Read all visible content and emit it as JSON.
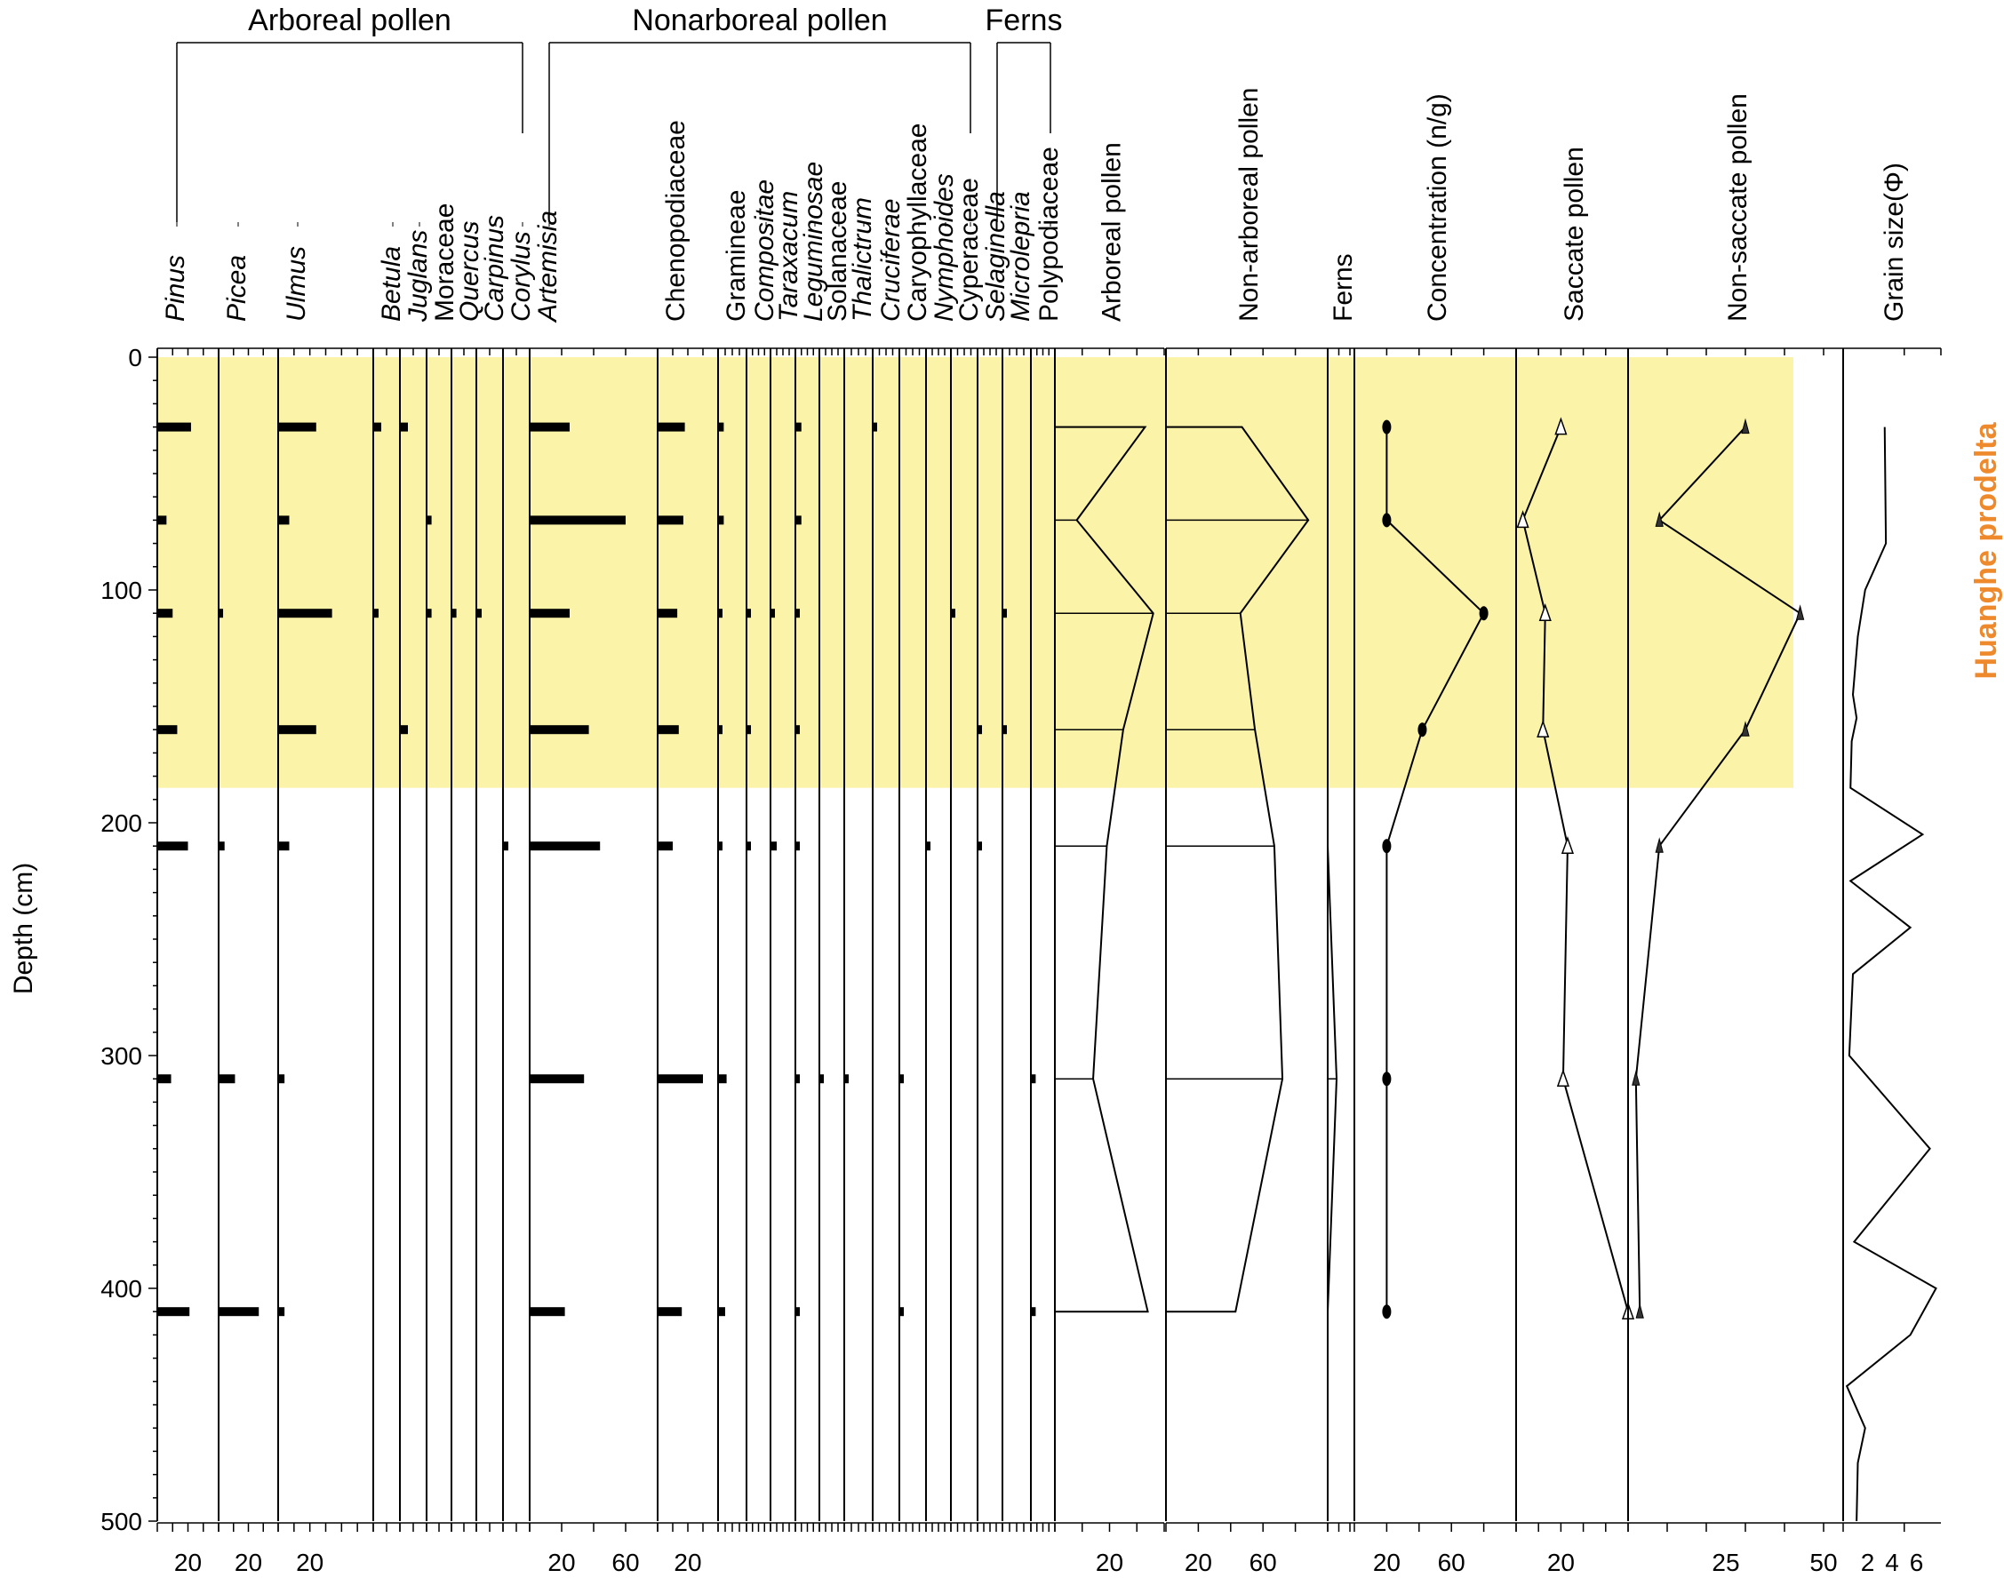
{
  "chart_data": {
    "type": "pollen-diagram",
    "title": "",
    "ylabel": "Depth (cm)",
    "y_ticks": [
      "0",
      "100",
      "200",
      "300",
      "400",
      "500"
    ],
    "ylim": [
      0,
      500
    ],
    "zone": {
      "label": "Huanghe prodelta",
      "from_depth": 0,
      "to_depth": 185,
      "color": "#fbf3a8"
    },
    "groups": [
      {
        "label": "Arboreal pollen",
        "from": "Pinus",
        "to": "Corylus"
      },
      {
        "label": "Nonarboreal pollen",
        "from": "Artemisia",
        "to": "Cyperaceae"
      },
      {
        "label": "Ferns",
        "from": "Selaginella",
        "to": "Polypodiaceae"
      }
    ],
    "sample_depths": [
      30,
      70,
      110,
      160,
      210,
      310,
      410
    ],
    "taxa": [
      {
        "name": "Pinus",
        "italic": true,
        "max": 40,
        "tick_label": "20",
        "values": [
          22,
          6,
          10,
          13,
          20,
          9,
          21
        ]
      },
      {
        "name": "Picea",
        "italic": true,
        "max": 40,
        "tick_label": "20",
        "values": [
          0,
          0,
          3,
          0,
          4,
          11,
          27
        ]
      },
      {
        "name": "Ulmus",
        "italic": true,
        "max": 60,
        "tick_label": "20",
        "values": [
          24,
          7,
          34,
          24,
          7,
          4,
          4
        ]
      },
      {
        "name": "Betula",
        "italic": true,
        "max": 10,
        "tick_label": "",
        "values": [
          3,
          0,
          2,
          0,
          0,
          0,
          0
        ]
      },
      {
        "name": "Juglans",
        "italic": true,
        "max": 10,
        "tick_label": "",
        "values": [
          3,
          0,
          0,
          3,
          0,
          0,
          0
        ]
      },
      {
        "name": "Moraceae",
        "italic": false,
        "max": 10,
        "tick_label": "",
        "values": [
          0,
          2,
          2,
          0,
          0,
          0,
          0
        ]
      },
      {
        "name": "Quercus",
        "italic": true,
        "max": 10,
        "tick_label": "",
        "values": [
          0,
          0,
          2,
          0,
          0,
          0,
          0
        ]
      },
      {
        "name": "Carpinus",
        "italic": true,
        "max": 10,
        "tick_label": "",
        "values": [
          0,
          0,
          2,
          0,
          0,
          0,
          0
        ]
      },
      {
        "name": "Corylus",
        "italic": true,
        "max": 10,
        "tick_label": "",
        "values": [
          0,
          0,
          0,
          0,
          2,
          0,
          0
        ]
      },
      {
        "name": "Artemisia",
        "italic": true,
        "max": 80,
        "tick_label": "20 60",
        "values": [
          25,
          60,
          25,
          37,
          44,
          34,
          22
        ]
      },
      {
        "name": "Chenopodiaceae",
        "italic": false,
        "max": 40,
        "tick_label": "20",
        "values": [
          18,
          17,
          13,
          14,
          10,
          30,
          16
        ]
      },
      {
        "name": "Gramineae",
        "italic": false,
        "max": 20,
        "tick_label": "",
        "values": [
          4,
          4,
          2,
          2,
          2,
          6,
          5
        ]
      },
      {
        "name": "Compositae",
        "italic": true,
        "max": 20,
        "tick_label": "",
        "values": [
          0,
          0,
          2,
          2,
          2,
          0,
          0
        ]
      },
      {
        "name": "Taraxacum",
        "italic": true,
        "max": 20,
        "tick_label": "",
        "values": [
          0,
          0,
          2,
          0,
          5,
          0,
          0
        ]
      },
      {
        "name": "Leguminosae",
        "italic": true,
        "max": 20,
        "tick_label": "",
        "values": [
          5,
          5,
          2,
          2,
          2,
          3,
          2
        ]
      },
      {
        "name": "Solanaceae",
        "italic": false,
        "max": 20,
        "tick_label": "",
        "values": [
          0,
          0,
          0,
          0,
          0,
          3,
          0
        ]
      },
      {
        "name": "Thalictrum",
        "italic": true,
        "max": 20,
        "tick_label": "",
        "values": [
          0,
          0,
          0,
          0,
          0,
          3,
          0
        ]
      },
      {
        "name": "Cruciferae",
        "italic": true,
        "max": 20,
        "tick_label": "",
        "values": [
          3,
          0,
          0,
          0,
          0,
          0,
          0
        ]
      },
      {
        "name": "Caryophyllaceae",
        "italic": false,
        "max": 20,
        "tick_label": "",
        "values": [
          0,
          0,
          0,
          0,
          0,
          2,
          2
        ]
      },
      {
        "name": "Nymphoides",
        "italic": true,
        "max": 20,
        "tick_label": "",
        "values": [
          0,
          0,
          0,
          0,
          2,
          0,
          0
        ]
      },
      {
        "name": "Cyperaceae",
        "italic": false,
        "max": 20,
        "tick_label": "",
        "values": [
          0,
          0,
          2,
          0,
          0,
          0,
          0
        ]
      },
      {
        "name": "Selaginella",
        "italic": true,
        "max": 20,
        "tick_label": "",
        "values": [
          0,
          0,
          0,
          3,
          3,
          0,
          0
        ]
      },
      {
        "name": "Microlepria",
        "italic": true,
        "max": 20,
        "tick_label": "",
        "values": [
          0,
          0,
          2,
          2,
          0,
          0,
          0
        ]
      },
      {
        "name": "Polypodiaceae",
        "italic": false,
        "max": 20,
        "tick_label": "",
        "values": [
          0,
          0,
          0,
          0,
          0,
          4,
          4
        ]
      }
    ],
    "curves": [
      {
        "name": "Arboreal pollen",
        "style": "silhouette",
        "max": 40,
        "tick_label": "20",
        "values": [
          33,
          8,
          36,
          25,
          19,
          14,
          34
        ]
      },
      {
        "name": "Non-arboreal pollen",
        "style": "silhouette",
        "max": 100,
        "tick_label": "20 60",
        "values": [
          47,
          88,
          46,
          55,
          67,
          72,
          43
        ]
      },
      {
        "name": "Ferns",
        "style": "silhouette",
        "max": 12,
        "tick_label": "",
        "values": [
          0,
          0,
          0,
          0,
          0,
          4,
          0
        ]
      },
      {
        "name": "Concentration (n/g)",
        "style": "line-dot",
        "max": 100,
        "tick_label": "20 60",
        "values": [
          20,
          20,
          80,
          42,
          20,
          20,
          20
        ]
      },
      {
        "name": "Saccate pollen",
        "style": "line-triangle",
        "max": 50,
        "tick_label": "20",
        "values": [
          20,
          3,
          13,
          12,
          23,
          21,
          50
        ]
      },
      {
        "name": "Non-saccate pollen",
        "style": "line-triangle-filled",
        "max": 55,
        "tick_label": "25 50",
        "values": [
          30,
          8,
          44,
          30,
          8,
          2,
          3
        ]
      },
      {
        "name": "Grain size(Φ)",
        "style": "line",
        "max": 8,
        "tick_label": "2 4 6",
        "depths": [
          30,
          80,
          100,
          120,
          145,
          155,
          165,
          185,
          205,
          225,
          245,
          265,
          300,
          340,
          380,
          400,
          420,
          442,
          460,
          475,
          500
        ],
        "values": [
          3.4,
          3.5,
          1.8,
          1.2,
          0.8,
          1.1,
          0.7,
          0.6,
          6.5,
          0.6,
          5.5,
          0.8,
          0.5,
          7.1,
          0.9,
          7.6,
          5.5,
          0.3,
          1.8,
          1.2,
          1.1
        ]
      }
    ]
  }
}
